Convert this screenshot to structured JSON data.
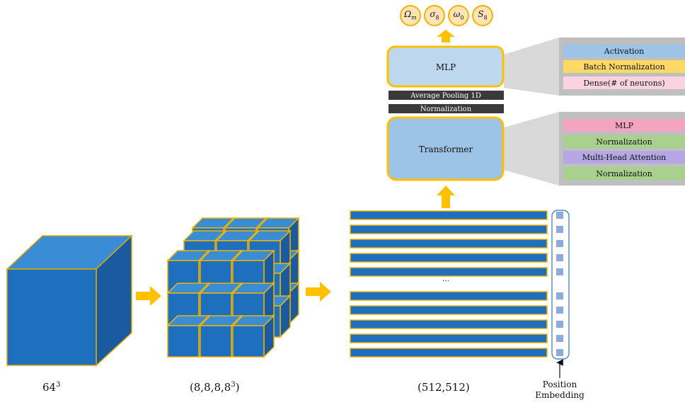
{
  "outputs": [
    {
      "label": "Ω",
      "sub": "m"
    },
    {
      "label": "σ",
      "sub": "8"
    },
    {
      "label": "ω",
      "sub": "0"
    },
    {
      "label": "S",
      "sub": "8"
    }
  ],
  "blocks": {
    "mlp": "MLP",
    "avg_pool": "Average Pooling 1D",
    "normalization": "Normalization",
    "transformer": "Transformer"
  },
  "mlp_detail": [
    {
      "label": "Activation",
      "color": "#9dc3e6"
    },
    {
      "label": "Batch Normalization",
      "color": "#ffd966"
    },
    {
      "label": "Dense(# of neurons)",
      "color": "#fbd3e0"
    }
  ],
  "transformer_detail": [
    {
      "label": "MLP",
      "color": "#f4a3c1"
    },
    {
      "label": "Normalization",
      "color": "#a9d18e"
    },
    {
      "label": "Multi-Head Attention",
      "color": "#b4a7e4"
    },
    {
      "label": "Normalization",
      "color": "#a9d18e"
    }
  ],
  "captions": {
    "cube": {
      "base": "64",
      "sup": "3"
    },
    "patches": {
      "base": "(8,8,8,8",
      "sup": "3",
      "tail": ")"
    },
    "sequence": "(512,512)",
    "ellipsis": "…",
    "position_embedding_line1": "Position",
    "position_embedding_line2": "Embedding"
  },
  "colors": {
    "cube_front": "#1f6fbf",
    "cube_top": "#3a8dd4",
    "cube_side": "#1a5a9e",
    "outline": "#f0b400",
    "arrow": "#ffc000",
    "dark_bar": "#3a3a3a",
    "block_fill": "#bdd7ee",
    "detail_bg": "#bfbfbf"
  }
}
